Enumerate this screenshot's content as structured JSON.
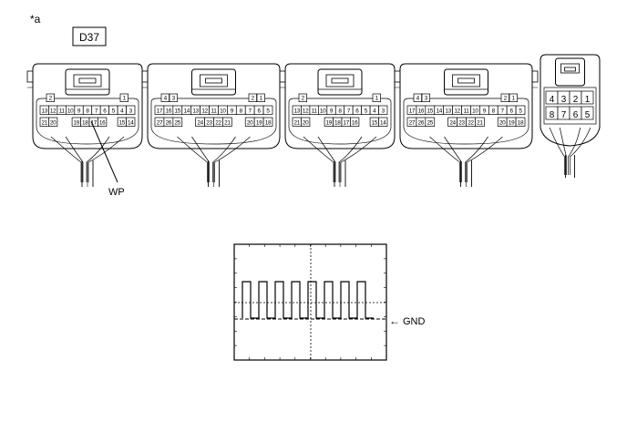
{
  "figure_note": "*a",
  "connector_id": "D37",
  "wp_label": "WP",
  "gnd_label": "GND",
  "gnd_arrow": "←",
  "connectors": [
    {
      "name": "connector-1",
      "top_labels": [
        "2",
        "1"
      ],
      "row1": [
        "13",
        "12",
        "11",
        "10",
        "9",
        "8",
        "7",
        "6",
        "5",
        "4",
        "3"
      ],
      "row2_left": [
        "21",
        "20"
      ],
      "row2_mid": [
        "19",
        "18",
        "17",
        "16"
      ],
      "row2_right": [
        "15",
        "14"
      ]
    },
    {
      "name": "connector-2",
      "top_labels": [
        "4",
        "3",
        "2",
        "1"
      ],
      "row1": [
        "17",
        "16",
        "15",
        "14",
        "13",
        "12",
        "11",
        "10",
        "9",
        "8",
        "7",
        "6",
        "5"
      ],
      "row2_left": [
        "27",
        "26",
        "25"
      ],
      "row2_mid": [
        "24",
        "23",
        "22",
        "21"
      ],
      "row2_right": [
        "20",
        "19",
        "18"
      ]
    },
    {
      "name": "connector-3",
      "top_labels": [
        "2",
        "1"
      ],
      "row1": [
        "13",
        "12",
        "11",
        "10",
        "9",
        "8",
        "7",
        "6",
        "5",
        "4",
        "3"
      ],
      "row2_left": [
        "21",
        "20"
      ],
      "row2_mid": [
        "19",
        "18",
        "17",
        "16"
      ],
      "row2_right": [
        "15",
        "14"
      ]
    },
    {
      "name": "connector-4",
      "top_labels": [
        "4",
        "3",
        "2",
        "1"
      ],
      "row1": [
        "17",
        "16",
        "15",
        "14",
        "13",
        "12",
        "11",
        "10",
        "9",
        "8",
        "7",
        "6",
        "5"
      ],
      "row2_left": [
        "27",
        "26",
        "25"
      ],
      "row2_mid": [
        "24",
        "23",
        "22",
        "21"
      ],
      "row2_right": [
        "20",
        "19",
        "18"
      ]
    },
    {
      "name": "connector-5",
      "row1": [
        "4",
        "3",
        "2",
        "1"
      ],
      "row2": [
        "8",
        "7",
        "6",
        "5"
      ]
    }
  ]
}
